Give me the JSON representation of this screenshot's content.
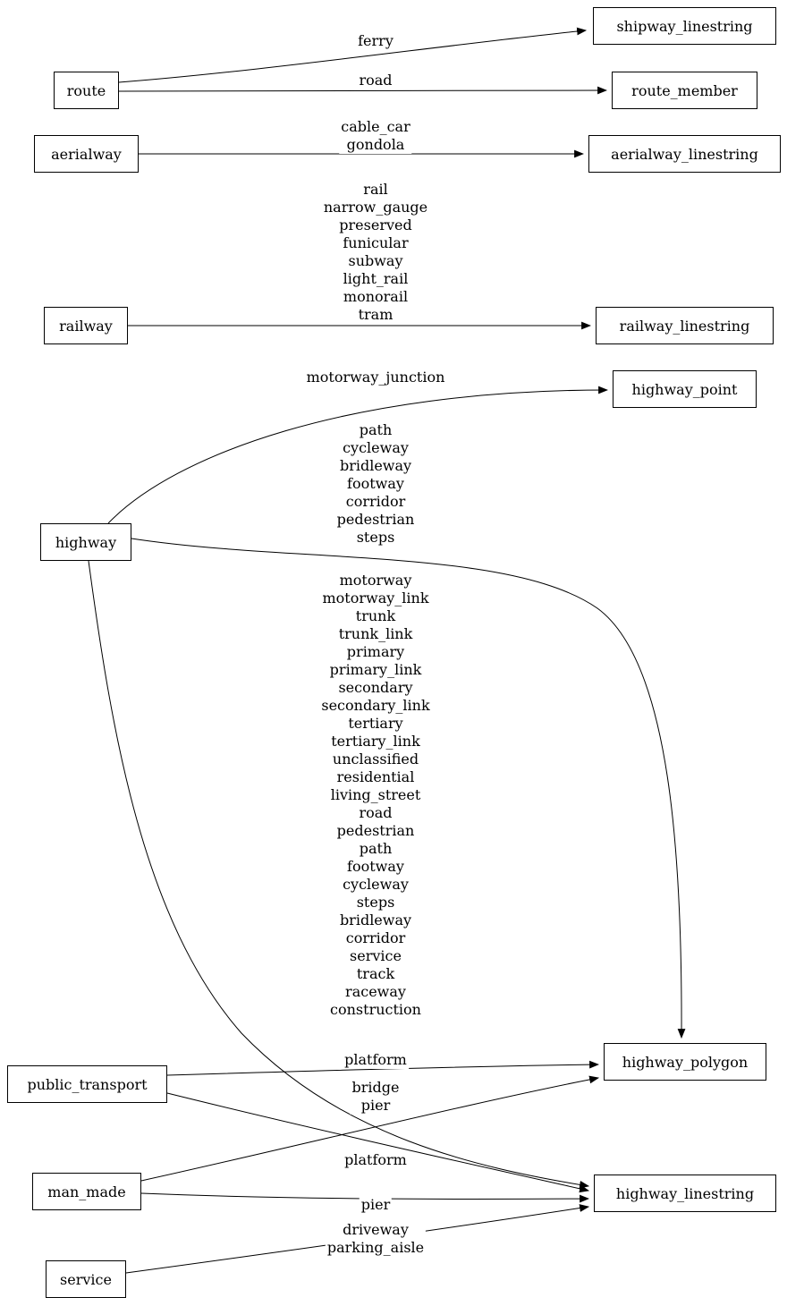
{
  "diagram": {
    "title": "osm tag to table mapping graph",
    "colors": {
      "background": "#ffffff",
      "node_border": "#000000",
      "edge": "#000000",
      "text": "#000000"
    },
    "nodes": [
      {
        "id": "route",
        "label": "route"
      },
      {
        "id": "aerialway",
        "label": "aerialway"
      },
      {
        "id": "railway",
        "label": "railway"
      },
      {
        "id": "highway",
        "label": "highway"
      },
      {
        "id": "public_transport",
        "label": "public_transport"
      },
      {
        "id": "man_made",
        "label": "man_made"
      },
      {
        "id": "service",
        "label": "service"
      },
      {
        "id": "shipway_linestring",
        "label": "shipway_linestring"
      },
      {
        "id": "route_member",
        "label": "route_member"
      },
      {
        "id": "aerialway_linestring",
        "label": "aerialway_linestring"
      },
      {
        "id": "railway_linestring",
        "label": "railway_linestring"
      },
      {
        "id": "highway_point",
        "label": "highway_point"
      },
      {
        "id": "highway_polygon",
        "label": "highway_polygon"
      },
      {
        "id": "highway_linestring",
        "label": "highway_linestring"
      }
    ],
    "edges": [
      {
        "from": "route",
        "to": "shipway_linestring",
        "labels": [
          "ferry"
        ]
      },
      {
        "from": "route",
        "to": "route_member",
        "labels": [
          "road"
        ]
      },
      {
        "from": "aerialway",
        "to": "aerialway_linestring",
        "labels": [
          "cable_car",
          "gondola"
        ]
      },
      {
        "from": "railway",
        "to": "railway_linestring",
        "labels": [
          "rail",
          "narrow_gauge",
          "preserved",
          "funicular",
          "subway",
          "light_rail",
          "monorail",
          "tram"
        ]
      },
      {
        "from": "highway",
        "to": "highway_point",
        "labels": [
          "motorway_junction"
        ]
      },
      {
        "from": "highway",
        "to": "highway_polygon",
        "labels": [
          "path",
          "cycleway",
          "bridleway",
          "footway",
          "corridor",
          "pedestrian",
          "steps"
        ]
      },
      {
        "from": "highway",
        "to": "highway_linestring",
        "labels": [
          "motorway",
          "motorway_link",
          "trunk",
          "trunk_link",
          "primary",
          "primary_link",
          "secondary",
          "secondary_link",
          "tertiary",
          "tertiary_link",
          "unclassified",
          "residential",
          "living_street",
          "road",
          "pedestrian",
          "path",
          "footway",
          "cycleway",
          "steps",
          "bridleway",
          "corridor",
          "service",
          "track",
          "raceway",
          "construction"
        ]
      },
      {
        "from": "public_transport",
        "to": "highway_polygon",
        "labels": [
          "platform"
        ]
      },
      {
        "from": "man_made",
        "to": "highway_polygon",
        "labels": [
          "bridge",
          "pier"
        ]
      },
      {
        "from": "public_transport",
        "to": "highway_linestring",
        "labels": [
          "platform"
        ]
      },
      {
        "from": "man_made",
        "to": "highway_linestring",
        "labels": [
          "pier"
        ]
      },
      {
        "from": "service",
        "to": "highway_linestring",
        "labels": [
          "driveway",
          "parking_aisle"
        ]
      }
    ]
  }
}
